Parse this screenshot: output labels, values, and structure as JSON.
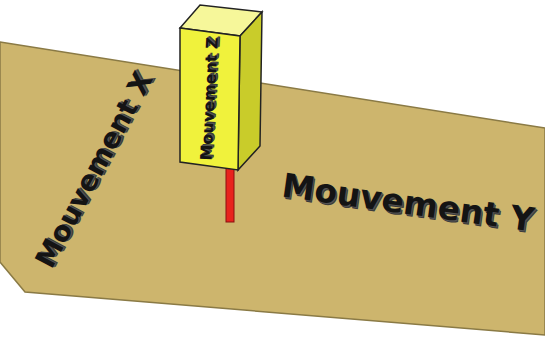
{
  "diagram": {
    "nodes": [
      {
        "text": [
          "Mouvement X",
          "Mouvement Y"
        ]
      },
      {
        "text": [
          "Mouvement Z"
        ]
      }
    ]
  }
}
